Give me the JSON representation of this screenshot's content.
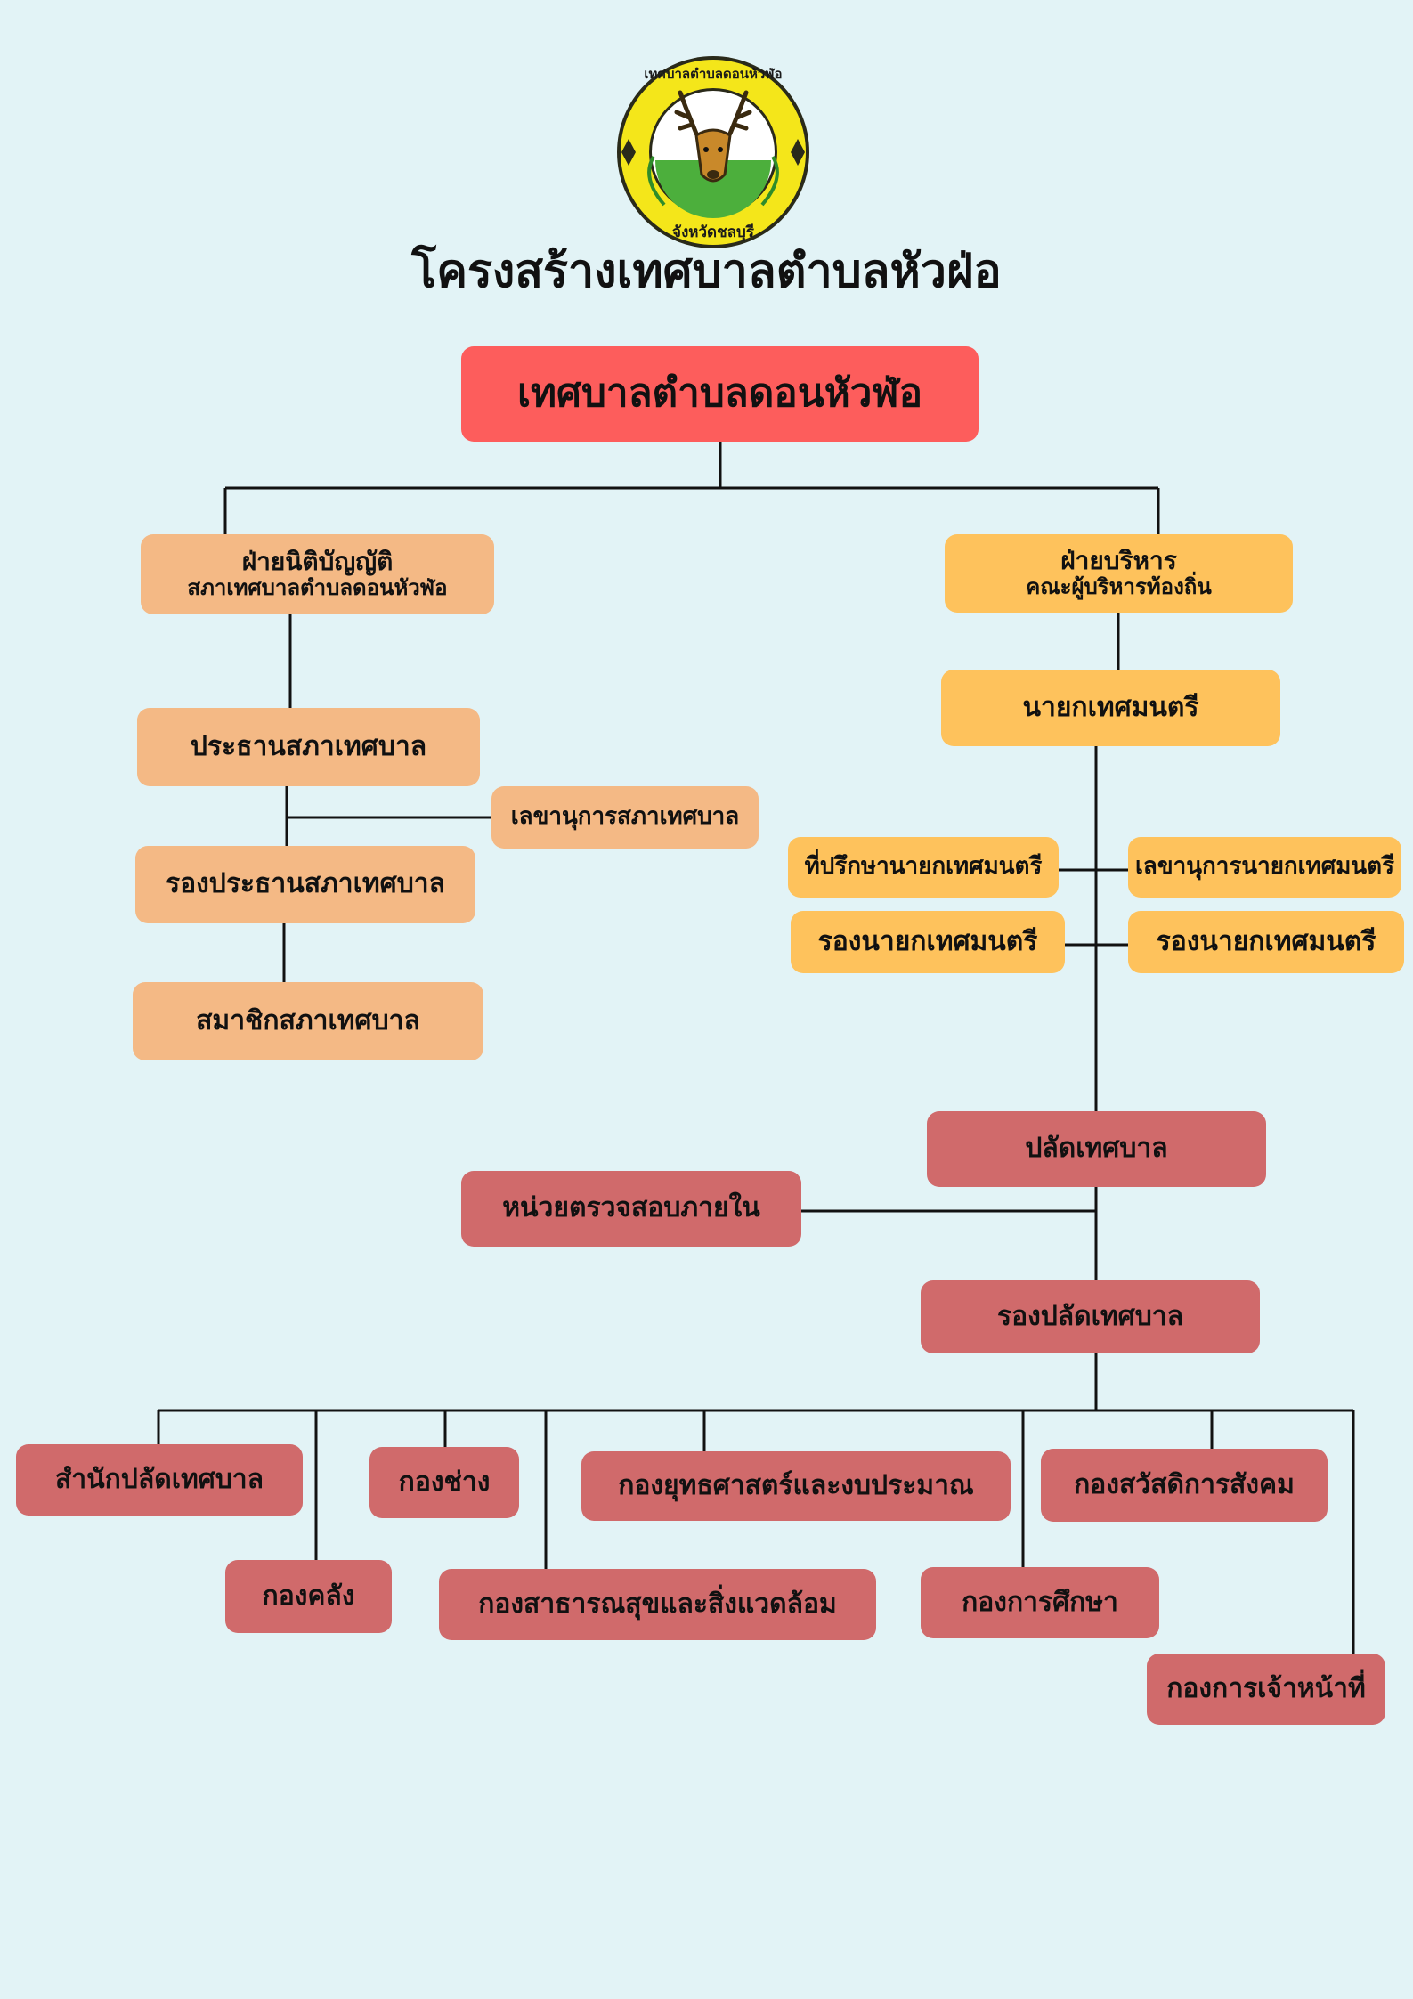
{
  "title": "โครงสร้างเทศบาลตำบลหัวฝ่อ",
  "logo": {
    "top_text": "เทศบาลตำบลดอนหัวฬ่อ",
    "bottom_text": "จังหวัดชลบุรี",
    "icon": "deer-head-seal"
  },
  "colors": {
    "background": "#e2f3f6",
    "top": "#fd5d5c",
    "legislative": "#f4b985",
    "executive": "#fec25c",
    "administrative": "#d06a6b"
  },
  "org": {
    "root": "เทศบาลตำบลดอนหัวฬ่อ",
    "legislative": {
      "title": "ฝ่ายนิติบัญญัติ",
      "subtitle": "สภาเทศบาลตำบลดอนหัวฬ่อ",
      "chair": "ประธานสภาเทศบาล",
      "secretary": "เลขานุการสภาเทศบาล",
      "vice_chair": "รองประธานสภาเทศบาล",
      "members": "สมาชิกสภาเทศบาล"
    },
    "executive": {
      "title": "ฝ่ายบริหาร",
      "subtitle": "คณะผู้บริหารท้องถิ่น",
      "mayor": "นายกเทศมนตรี",
      "advisor": "ที่ปรึกษานายกเทศมนตรี",
      "secretary": "เลขานุการนายกเทศมนตรี",
      "deputy_1": "รองนายกเทศมนตรี",
      "deputy_2": "รองนายกเทศมนตรี"
    },
    "admin": {
      "clerk": "ปลัดเทศบาล",
      "audit": "หน่วยตรวจสอบภายใน",
      "deputy_clerk": "รองปลัดเทศบาล",
      "divisions": [
        "สำนักปลัดเทศบาล",
        "กองคลัง",
        "กองช่าง",
        "กองสาธารณสุขและสิ่งแวดล้อม",
        "กองยุทธศาสตร์และงบประมาณ",
        "กองการศึกษา",
        "กองสวัสดิการสังคม",
        "กองการเจ้าหน้าที่"
      ]
    }
  }
}
